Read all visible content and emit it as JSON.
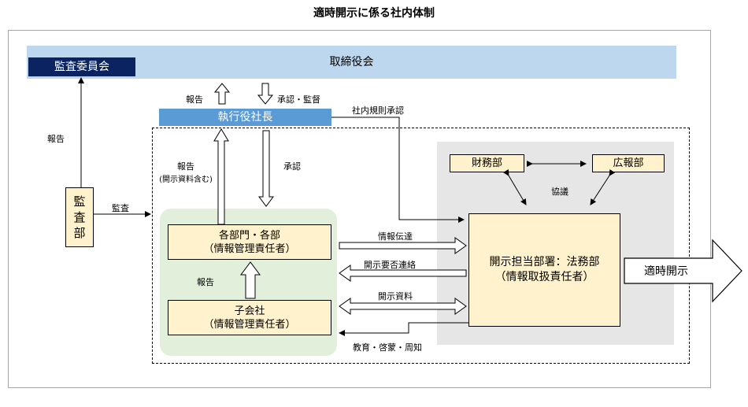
{
  "title": "適時開示に係る社内体制",
  "nodes": {
    "board": "取締役会",
    "audit_committee": "監査委員会",
    "executive": "執行役社長",
    "audit_dept": [
      "監",
      "査",
      "部"
    ],
    "departments": [
      "各部門・各部",
      "（情報管理責任者）"
    ],
    "subsidiaries": [
      "子会社",
      "（情報管理責任者）"
    ],
    "finance": "財務部",
    "pr": "広報部",
    "disclosure": [
      "開示担当部署：法務部",
      "（情報取扱責任者）"
    ],
    "timely_disclosure": "適時開示"
  },
  "labels": {
    "report_to_committee": "報告",
    "report_to_board": "報告",
    "approve_supervise": "承認・監督",
    "internal_rules": "社内規則承認",
    "report_incl": [
      "報告",
      "(開示資料含む)"
    ],
    "approval": "承認",
    "audit": "監査",
    "report_sub": "報告",
    "consult": "協議",
    "info_transfer": "情報伝達",
    "disclosure_contact": "開示要否連絡",
    "disclosure_material": "開示資料",
    "education": "教育・啓蒙・周知"
  }
}
